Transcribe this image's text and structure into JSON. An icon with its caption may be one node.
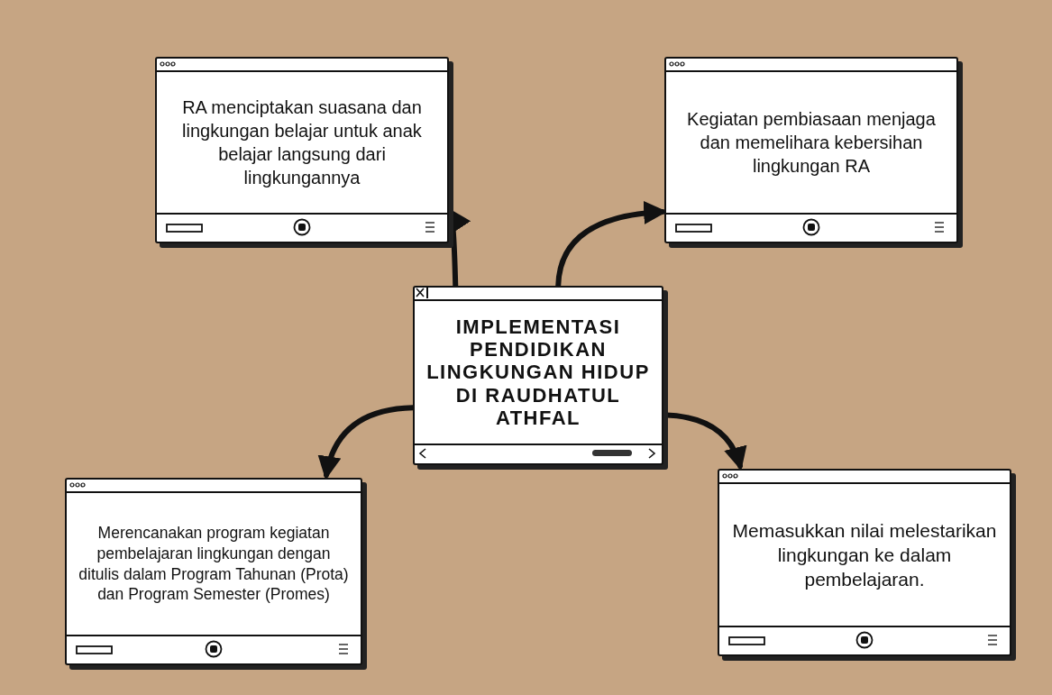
{
  "diagram": {
    "nodes": [
      {
        "text": [
          "IMPLEMENTASI PENDIDIKAN LINGKUNGAN HIDUP DI RAUDHATUL ATHFAL"
        ]
      },
      {
        "text": [
          "RA menciptakan suasana dan lingkungan belajar untuk anak belajar langsung dari lingkungannya"
        ]
      },
      {
        "text": [
          "Kegiatan pembiasaan menjaga dan memelihara kebersihan lingkungan RA"
        ]
      },
      {
        "text": [
          "Merencanakan program kegiatan pembelajaran lingkungan dengan ditulis dalam Program Tahunan (Prota) dan Program Semester (Promes)"
        ]
      },
      {
        "text": [
          "Memasukkan nilai melestarikan lingkungan ke dalam pembelajaran."
        ]
      }
    ],
    "edges": [
      {
        "from": 0,
        "to": 1,
        "arrow": "to"
      },
      {
        "from": 0,
        "to": 2,
        "arrow": "to"
      },
      {
        "from": 0,
        "to": 3,
        "arrow": "to"
      },
      {
        "from": 0,
        "to": 4,
        "arrow": "to"
      }
    ]
  }
}
